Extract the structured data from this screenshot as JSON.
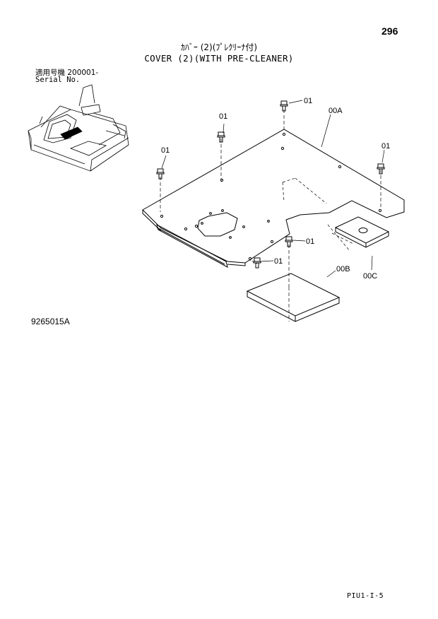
{
  "page": {
    "number": "296",
    "title_jp": "ｶﾊﾞｰ (2)(ﾌﾟﾚｸﾘｰﾅ付)",
    "title_en": "COVER (2)(WITH PRE-CLEANER)",
    "serial_jp": "適用号機 200001-",
    "serial_en": "Serial No.",
    "figure_code": "9265015A",
    "page_ref": "PIU1-I-5"
  },
  "callouts": {
    "bolt_top": "01",
    "bolt_mid_left": "01",
    "bolt_left": "01",
    "bolt_right": "01",
    "bolt_center": "01",
    "bolt_bottom": "01",
    "plate": "00A",
    "pad_large": "00B",
    "pad_small": "00C"
  },
  "colors": {
    "line": "#000000",
    "background": "#ffffff"
  }
}
